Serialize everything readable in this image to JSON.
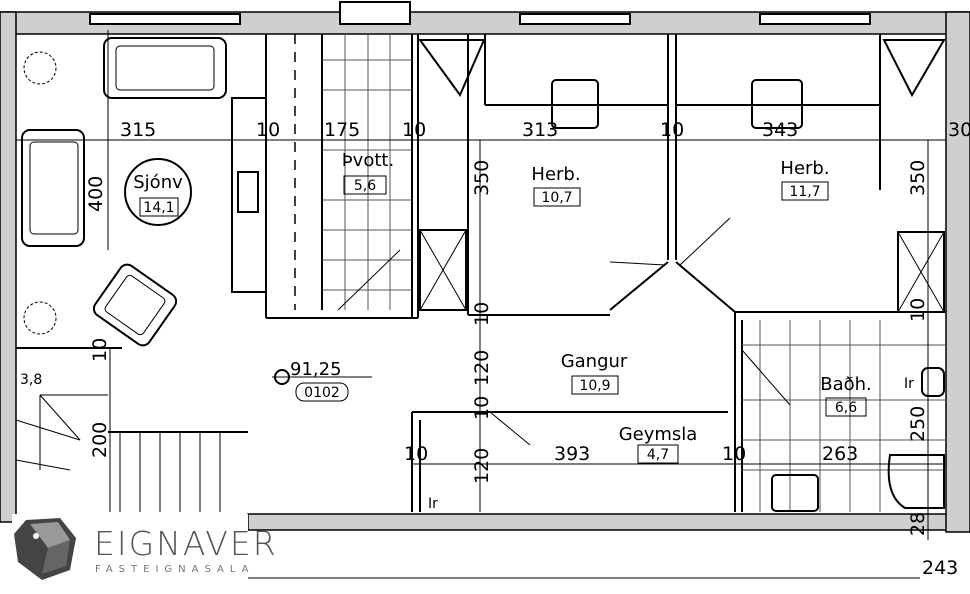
{
  "rooms": {
    "sjonv": {
      "label": "Sjónv",
      "area": "14,1"
    },
    "thvott": {
      "label": "Þvott.",
      "area": "5,6"
    },
    "herb1": {
      "label": "Herb.",
      "area": "10,7"
    },
    "herb2": {
      "label": "Herb.",
      "area": "11,7"
    },
    "gangur": {
      "label": "Gangur",
      "area": "10,9"
    },
    "geymsla": {
      "label": "Geymsla",
      "area": "4,7"
    },
    "badh": {
      "label": "Baðh.",
      "area": "6,6"
    },
    "stair": {
      "area": "3,8"
    }
  },
  "unit": {
    "total_area": "91,25",
    "number": "0102"
  },
  "dimensions": {
    "d315": "315",
    "d400": "400",
    "d10a": "10",
    "d175": "175",
    "d10b": "10",
    "d313": "313",
    "d10c": "10",
    "d343": "343",
    "d30": "30",
    "d350a": "350",
    "d350b": "350",
    "d10d": "10",
    "d120a": "120",
    "d10e": "10",
    "d120b": "120",
    "d10f": "10",
    "d393": "393",
    "d10g": "10",
    "d263": "263",
    "d250": "250",
    "d10h": "10",
    "d200": "200",
    "d28": "28",
    "d243": "243",
    "d10i": "10"
  },
  "labels": {
    "ir1": "Ir",
    "ir2": "Ir"
  },
  "logo": {
    "brand": "EIGNAVER",
    "tagline": "FASTEIGNASALA"
  }
}
